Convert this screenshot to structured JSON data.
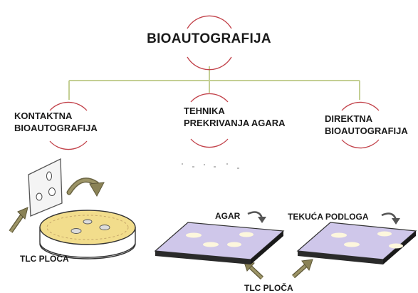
{
  "title": "BIOAUTOGRAFIJA",
  "branches": [
    {
      "label": "KONTAKTNA\nBIOAUTOGRAFIJA"
    },
    {
      "label": "TEHNIKA\nPREKRIVANJA AGARA"
    },
    {
      "label": "DIREKTNA\nBIOAUTOGRAFIJA"
    }
  ],
  "labels": {
    "tlc_left": "TLC PLOČA",
    "agar": "AGAR",
    "tekuca": "TEKUĆA PODLOGA",
    "tlc_bottom": "TLC PLOČA"
  },
  "colors": {
    "connector": "#c4cf94",
    "arc": "#c2424a",
    "arrow": "#8a8256",
    "plate": "#cfc7ea",
    "dish": "#f2dd8c"
  }
}
